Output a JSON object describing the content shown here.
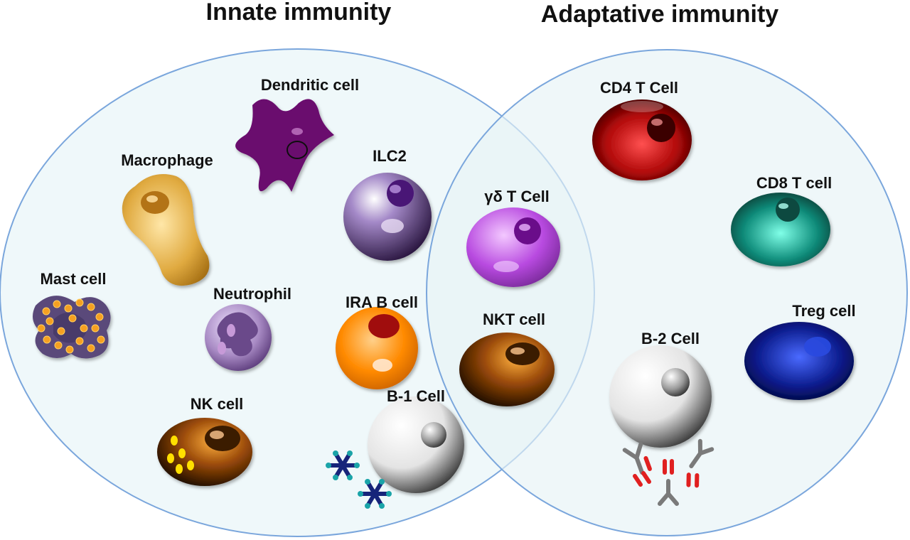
{
  "titles": {
    "innate": "Innate immunity",
    "adaptive": "Adaptative immunity"
  },
  "cells": {
    "dendritic": "Dendritic cell",
    "macrophage": "Macrophage",
    "ilc2": "ILC2",
    "mast": "Mast cell",
    "neutrophil": "Neutrophil",
    "ira_b": "IRA B cell",
    "nk": "NK cell",
    "b1": "B-1 Cell",
    "gd_t": "γδ T Cell",
    "nkt": "NKT cell",
    "cd4": "CD4 T Cell",
    "cd8": "CD8 T cell",
    "treg": "Treg cell",
    "b2": "B-2 Cell"
  },
  "colors": {
    "circle_fill": "#eaf5f8",
    "circle_stroke": "#7aa6dc",
    "dendritic": "#6b0a6e",
    "macrophage": "#d9a23a",
    "ilc2": "#5a3d7c",
    "mast": "#5a4a7a",
    "neutrophil": "#9a7ab8",
    "ira_b": "#ff8a00",
    "nk": "#8a4a10",
    "b1": "#d8d8d8",
    "gd_t": "#b04ad8",
    "nkt": "#8a4a10",
    "cd4": "#c01010",
    "cd8": "#10a090",
    "treg": "#102a9a",
    "b2": "#d8d8d8",
    "antibody_arm": "#888888",
    "antibody_tip": "#e02020",
    "antigen": "#1a2a8a"
  }
}
